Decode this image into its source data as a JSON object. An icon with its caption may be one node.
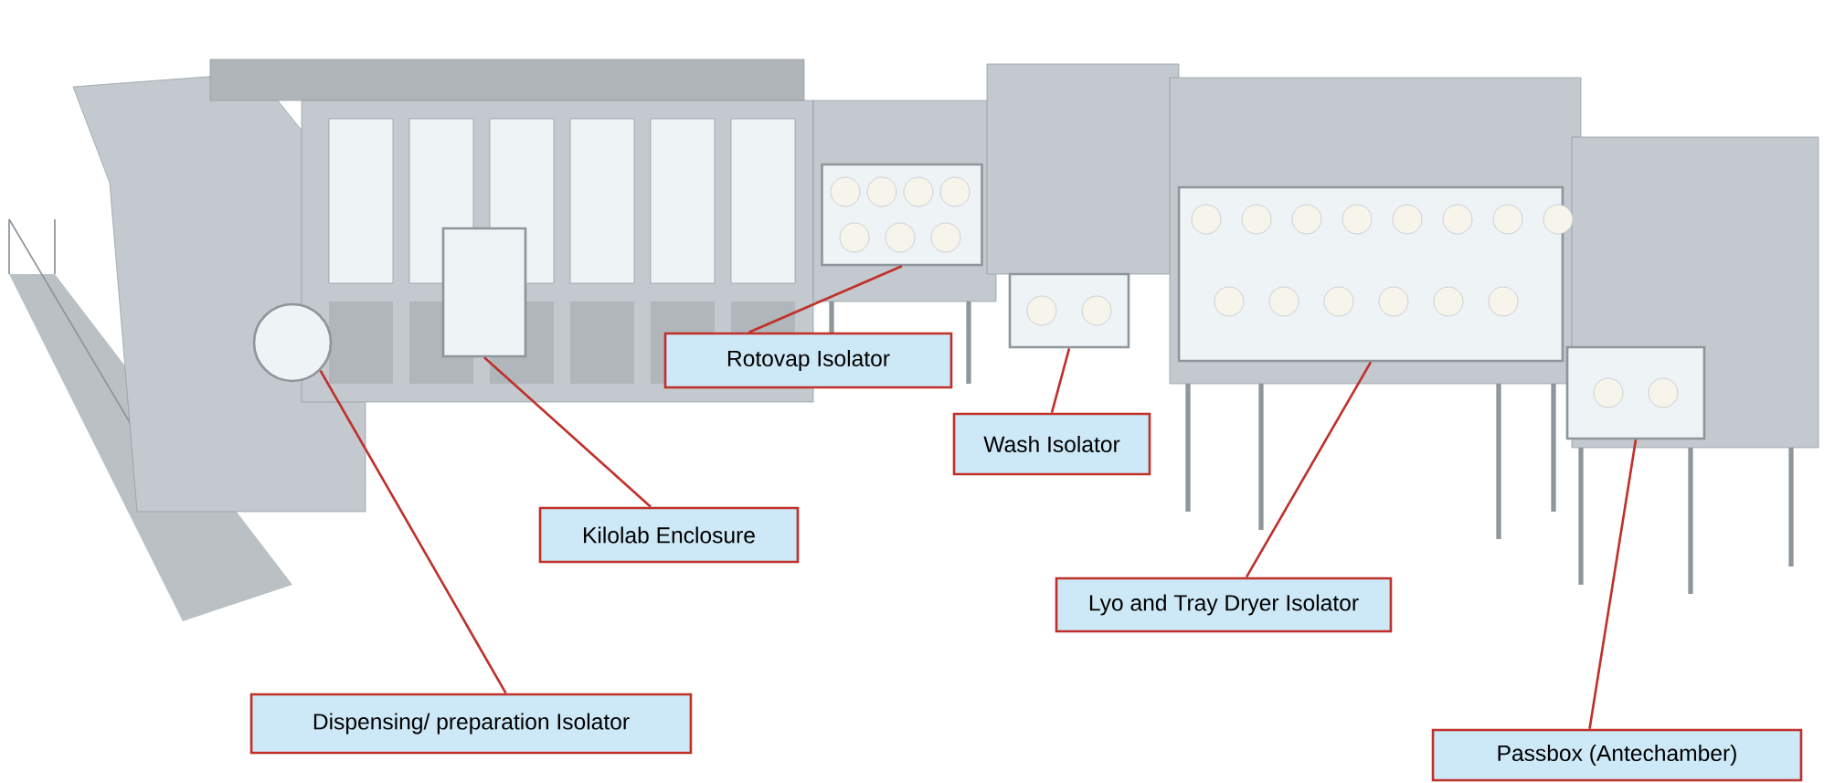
{
  "diagram": {
    "nodes": [
      {
        "text": [],
        "shape": "circle"
      },
      {
        "text": [],
        "shape": "box"
      },
      {
        "text": [],
        "shape": "box"
      },
      {
        "text": [],
        "shape": "box"
      },
      {
        "text": [],
        "shape": "box"
      },
      {
        "text": [],
        "shape": "box"
      },
      {
        "text": [
          "Rotovap Isolator"
        ]
      },
      {
        "text": [
          "Wash Isolator"
        ]
      },
      {
        "text": [
          "Kilolab Enclosure"
        ]
      },
      {
        "text": [
          "Lyo and Tray Dryer Isolator"
        ]
      },
      {
        "text": [
          "Dispensing/ preparation Isolator"
        ]
      },
      {
        "text": [
          "Passbox (Antechamber)"
        ]
      }
    ],
    "edges": [
      {
        "from": 6,
        "to": 2,
        "arrow": "none"
      },
      {
        "from": 7,
        "to": 3,
        "arrow": "none"
      },
      {
        "from": 8,
        "to": 1,
        "arrow": "none"
      },
      {
        "from": 9,
        "to": 4,
        "arrow": "none"
      },
      {
        "from": 10,
        "to": 0,
        "arrow": "none"
      },
      {
        "from": 11,
        "to": 5,
        "arrow": "none"
      }
    ]
  }
}
